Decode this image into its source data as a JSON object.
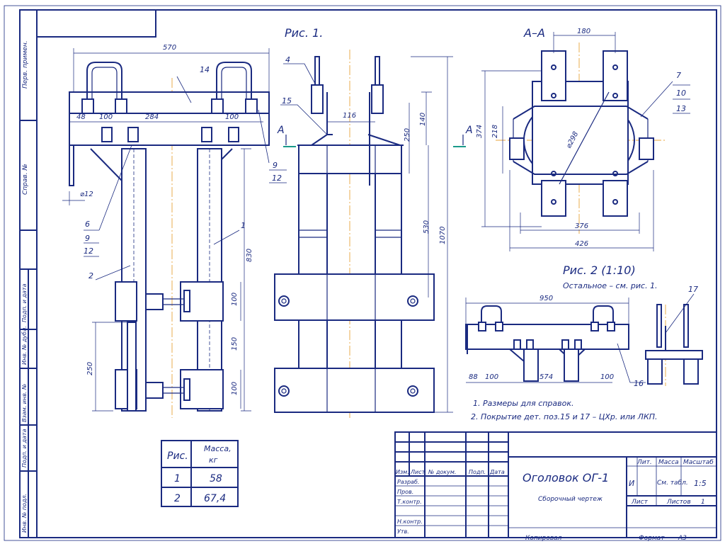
{
  "sheet": {
    "fig1_title": "Рис. 1.",
    "fig2_title": "Рис. 2 (1:10)",
    "fig2_subtitle": "Остальное – см. рис. 1.",
    "section_label": "А–А",
    "cut_label_left": "А",
    "cut_label_right": "А"
  },
  "dims": {
    "w570": "570",
    "d48": "48",
    "d100a": "100",
    "d284": "284",
    "d100b": "100",
    "phi12": "⌀12",
    "d830": "830",
    "d100c": "100",
    "d150": "150",
    "d100d": "100",
    "d250left": "250",
    "d116": "116",
    "d140": "140",
    "d250": "250",
    "d530": "530",
    "d1070": "1070",
    "d180": "180",
    "d374": "374",
    "d218": "218",
    "phi298": "⌀298",
    "d376": "376",
    "d426": "426",
    "d950": "950",
    "d88": "88",
    "d100e": "100",
    "d574": "574",
    "d100f": "100"
  },
  "callouts": {
    "c14": "14",
    "c1": "1",
    "c2": "2",
    "c4": "4",
    "c15": "15",
    "c6": "6",
    "c9a": "9",
    "c12a": "12",
    "c9b": "9",
    "c12b": "12",
    "c7": "7",
    "c10": "10",
    "c13": "13",
    "c16": "16",
    "c17": "17"
  },
  "notes": {
    "n1": "1. Размеры для справок.",
    "n2": "2. Покрытие дет. поз.15 и 17 – ЦХр. или ЛКП."
  },
  "mass_table": {
    "h1": "Рис.",
    "h2a": "Масса,",
    "h2b": "кг",
    "r1a": "1",
    "r1b": "58",
    "r2a": "2",
    "r2b": "67,4"
  },
  "side_stamp": {
    "s1": "Перв. примен.",
    "s2": "Справ. №",
    "s3": "Подп. и дата",
    "s4": "Инв. № дубл.",
    "s5": "Взам. инв. №",
    "s6": "Подп. и дата",
    "s7": "Инв. № подл."
  },
  "title_block": {
    "izm": "Изм.",
    "list": "Лист",
    "ndoc": "№ докум.",
    "podp": "Подп.",
    "data": "Дата",
    "razrab": "Разраб.",
    "prov": "Пров.",
    "tkontr": "Т.контр.",
    "nkontr": "Н.контр.",
    "utv": "Утв.",
    "name": "Оголовок ОГ-1",
    "type": "Сборочный чертеж",
    "lit": "Лит.",
    "massa": "Масса",
    "masshtab": "Масштаб",
    "lit_val": "И",
    "massa_val": "См. табл.",
    "masshtab_val": "1:5",
    "sheet_lbl": "Лист",
    "sheets_lbl": "Листов",
    "sheets_val": "1",
    "copied": "Копировал",
    "format": "Формат",
    "format_val": "А3"
  }
}
